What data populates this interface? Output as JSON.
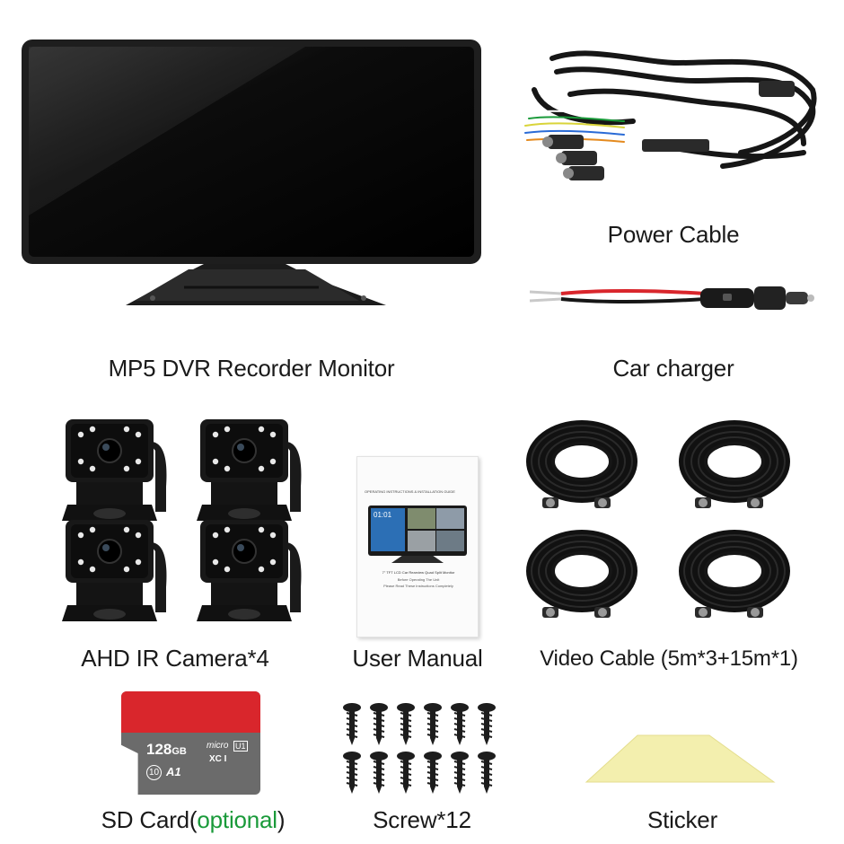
{
  "captions": {
    "monitor": "MP5 DVR Recorder Monitor",
    "power_cable": "Power Cable",
    "car_charger": "Car charger",
    "camera": "AHD IR Camera*4",
    "manual": "User Manual",
    "video_cable": "Video Cable (5m*3+15m*1)",
    "sd_card_prefix": "SD Card(",
    "sd_card_optional": "optional",
    "sd_card_suffix": ")",
    "screw": "Screw*12",
    "sticker": "Sticker"
  },
  "manual": {
    "title": "OPERATING INSTRUCTIONS & INSTALLATION GUIDE",
    "screen_time": "01:01",
    "subtitle": "7\" TFT LCD Car Rearview Quad Split Monitor",
    "line1": "Before Operating The Unit",
    "line2": "Please Read These Instructions Completely"
  },
  "sd_card": {
    "capacity": "128",
    "unit": "GB",
    "brand": "micro",
    "xc": "XC I",
    "class": "10",
    "a1": "A1",
    "u1": "U1"
  },
  "colors": {
    "accent_green": "#1a9a3a",
    "sd_red": "#d9262c",
    "sd_gray": "#6b6b6b",
    "sticker_yellow": "#f3efae"
  }
}
